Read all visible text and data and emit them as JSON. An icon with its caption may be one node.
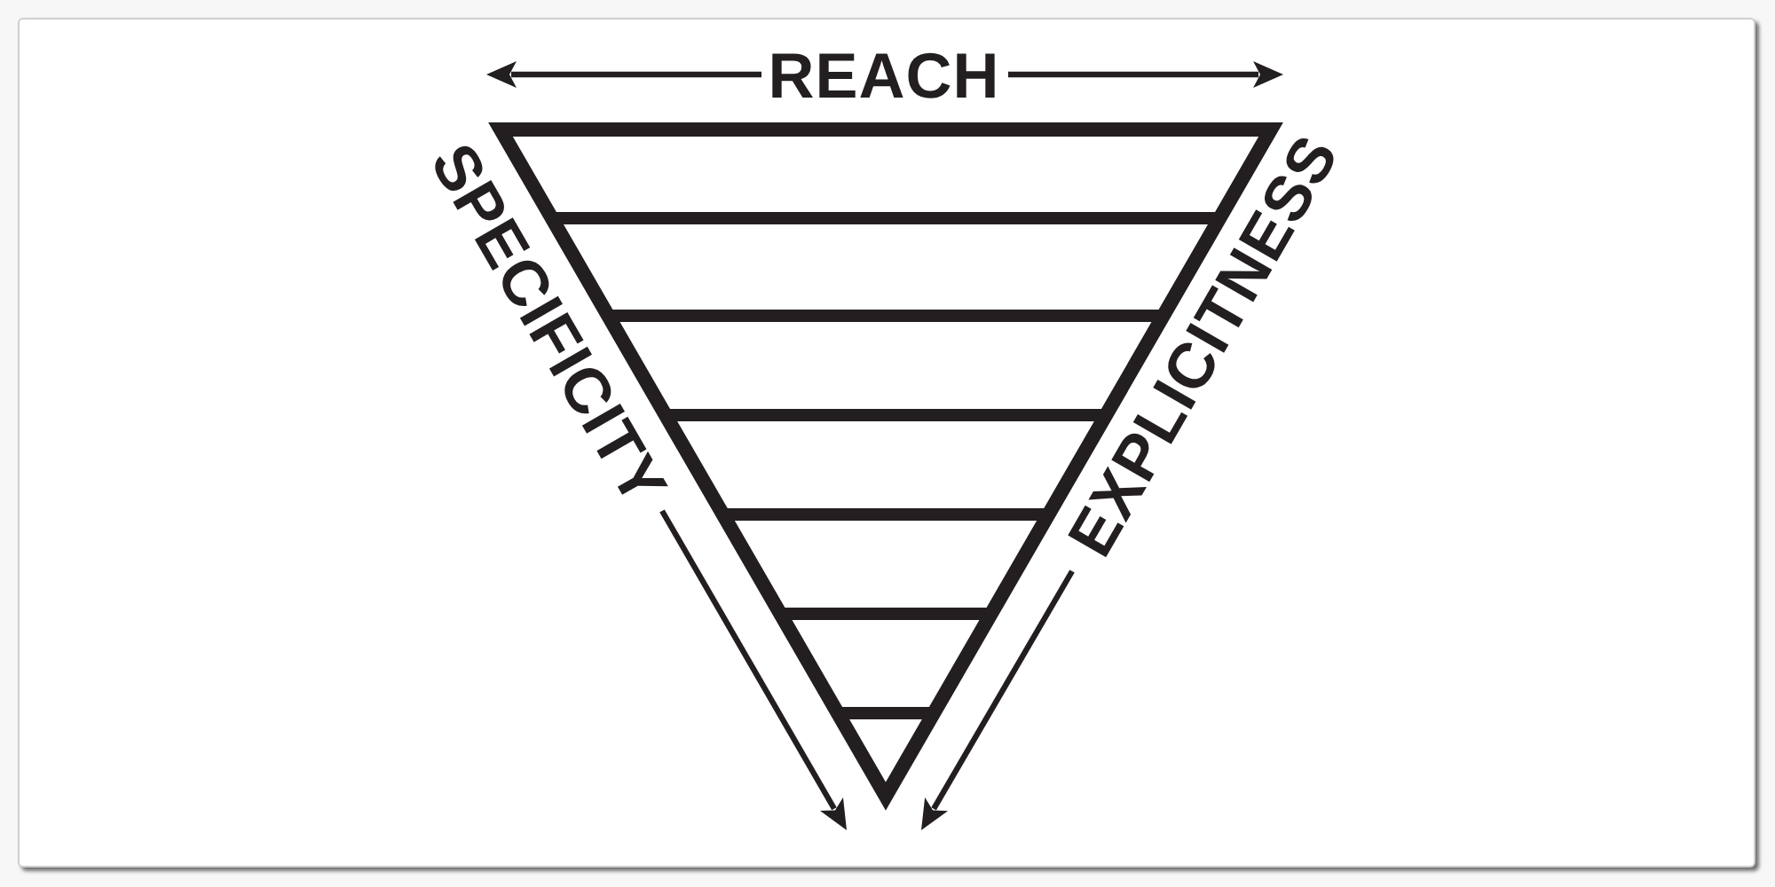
{
  "diagram": {
    "labels": [
      "REACH",
      "SPECIFICITY",
      "EXPLICITNESS"
    ]
  }
}
